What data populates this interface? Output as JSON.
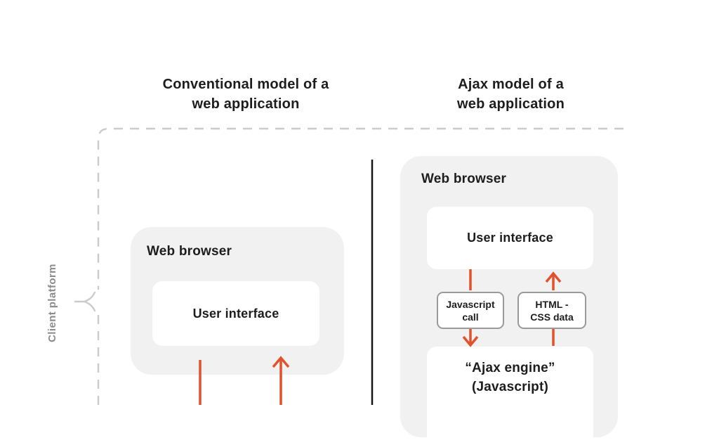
{
  "colors": {
    "accent-orange": "#e1512b",
    "box-gray": "#f1f1f2",
    "dash-gray": "#cbcbcb",
    "divider-black": "#161616",
    "text-black": "#1d1d1d",
    "muted-gray": "#8b8b8b",
    "small-box-border": "#9a9a9a"
  },
  "header": {
    "left_title": "Conventional model of a\nweb application",
    "right_title": "Ajax model of a\nweb application"
  },
  "client_platform": {
    "label": "Client platform"
  },
  "conventional_model": {
    "browser_label": "Web browser",
    "ui_label": "User interface"
  },
  "ajax_model": {
    "browser_label": "Web browser",
    "ui_label": "User interface",
    "js_call_label": "Javascript\ncall",
    "html_css_label": "HTML -\nCSS data",
    "engine_label": "“Ajax engine”\n(Javascript)"
  }
}
